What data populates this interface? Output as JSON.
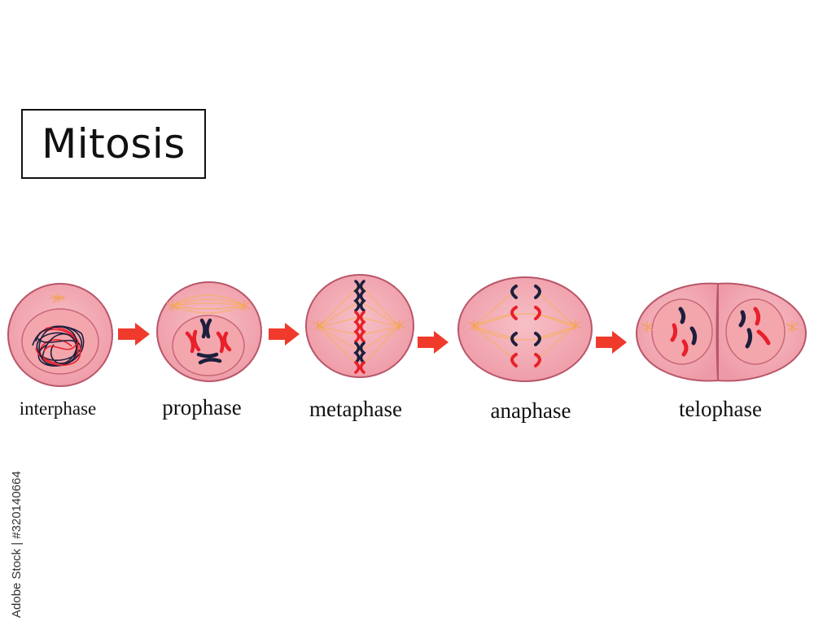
{
  "title": "Mitosis",
  "stages": [
    {
      "label": "interphase"
    },
    {
      "label": "prophase"
    },
    {
      "label": "metaphase"
    },
    {
      "label": "anaphase"
    },
    {
      "label": "telophase"
    }
  ],
  "watermark": "Adobe Stock | #320140664",
  "colors": {
    "cell_fill": "#f2a9b3",
    "cell_stroke": "#b9566a",
    "arrow": "#ef3a2c",
    "chromatid_red": "#e8202a",
    "chromatid_dark": "#1d1f3d",
    "spindle": "#f6b15e"
  }
}
